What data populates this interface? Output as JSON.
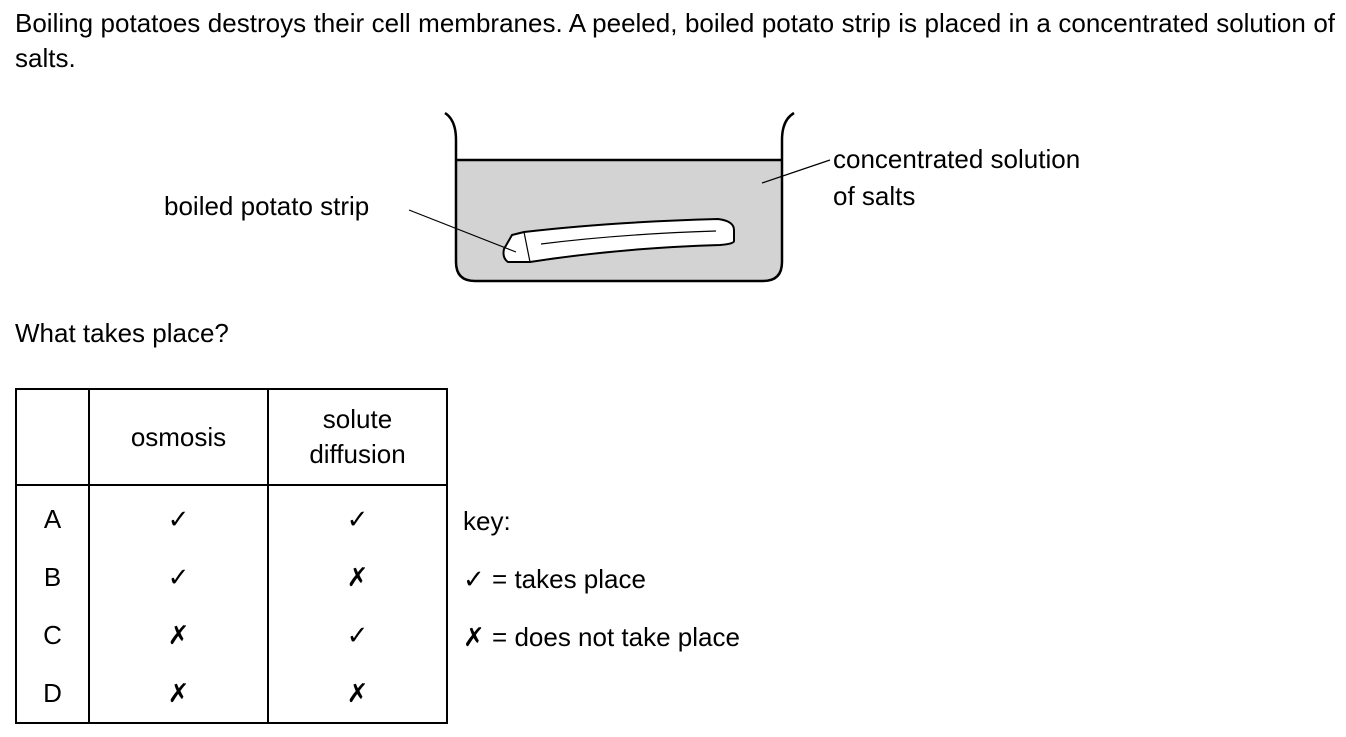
{
  "intro": "Boiling potatoes destroys their cell membranes. A peeled, boiled potato strip is placed in a concentrated solution of salts.",
  "diagram": {
    "label_strip": "boiled potato strip",
    "label_solution_line1": "concentrated solution",
    "label_solution_line2": "of salts",
    "liquid_color": "#d3d3d3"
  },
  "question": "What takes place?",
  "table": {
    "headers": [
      "",
      "osmosis",
      "solute diffusion"
    ],
    "header_solute_line1": "solute",
    "header_solute_line2": "diffusion",
    "rows": [
      {
        "letter": "A",
        "osmosis": "✓",
        "solute_diffusion": "✓"
      },
      {
        "letter": "B",
        "osmosis": "✓",
        "solute_diffusion": "✗"
      },
      {
        "letter": "C",
        "osmosis": "✗",
        "solute_diffusion": "✓"
      },
      {
        "letter": "D",
        "osmosis": "✗",
        "solute_diffusion": "✗"
      }
    ]
  },
  "key": {
    "title": "key:",
    "tick_symbol": "✓",
    "tick_text": "= takes place",
    "cross_symbol": "✗",
    "cross_text": "= does not take place"
  }
}
